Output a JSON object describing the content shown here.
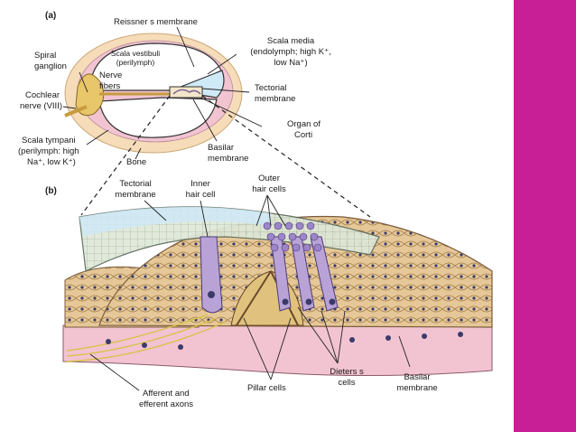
{
  "panel_a": {
    "tag": "(a)",
    "reissner": "Reissner s membrane",
    "scala_vestibuli": [
      "Scala vestibuli",
      "(perilymph)"
    ],
    "scala_media": [
      "Scala media",
      "(endolymph; high K⁺,",
      "low Na⁺)"
    ],
    "spiral_ganglion": [
      "Spiral",
      "ganglion"
    ],
    "nerve_fibers": [
      "Nerve",
      "fibers"
    ],
    "cochlear_nerve": [
      "Cochlear",
      "nerve (VIII)"
    ],
    "tectorial": [
      "Tectorial",
      "membrane"
    ],
    "organ_corti": [
      "Organ of",
      "Corti"
    ],
    "scala_tympani": [
      "Scala tympani",
      "(perilymph: high",
      "Na⁺, low K⁺)"
    ],
    "bone": "Bone",
    "basilar": [
      "Basilar",
      "membrane"
    ]
  },
  "panel_b": {
    "tag": "(b)",
    "tectorial": [
      "Tectorial",
      "membrane"
    ],
    "inner_hair": [
      "Inner",
      "hair cell"
    ],
    "outer_hair": [
      "Outer",
      "hair cells"
    ],
    "afferent": [
      "Afferent and",
      "efferent axons"
    ],
    "pillar": "Pillar cells",
    "dieters": [
      "Dieters s",
      "cells"
    ],
    "basilar": [
      "Basilar",
      "membrane"
    ]
  },
  "colors": {
    "side_panel": "#c81e96",
    "perilymph_blue": "#cfe9f7",
    "bone": "#f6dcb8",
    "tissue_pink": "#f2c4d2",
    "hair_cell_purple": "#b9a3d6",
    "support_tan": "#e3c48f"
  }
}
